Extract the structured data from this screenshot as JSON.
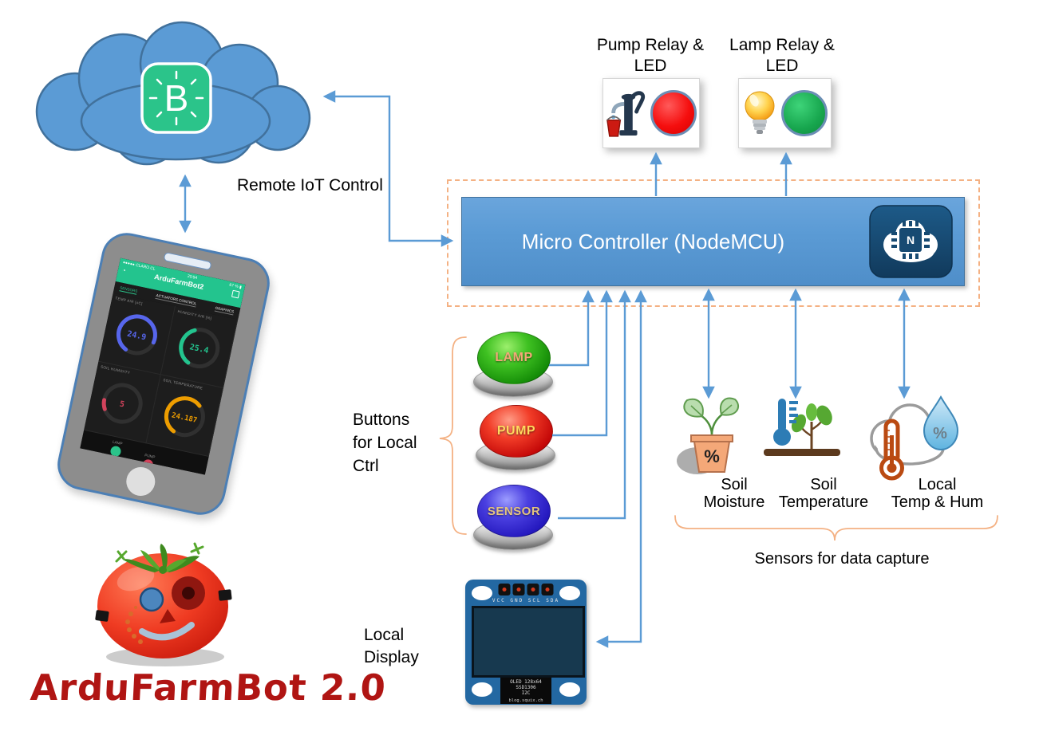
{
  "logo": {
    "title": "ArduFarmBot 2.0"
  },
  "cloud": {
    "logo_letter": "B"
  },
  "labels": {
    "remote_iot": "Remote IoT Control",
    "sensors_caption": "Sensors for data capture"
  },
  "mcu": {
    "label": "Micro Controller (NodeMCU)",
    "chip_letter": "N"
  },
  "relays": {
    "pump": {
      "title_lines": [
        "Pump Relay &",
        "LED"
      ],
      "led_color": "#f50e0e"
    },
    "lamp": {
      "title_lines": [
        "Lamp Relay &",
        "LED"
      ],
      "led_color": "#17a64e"
    }
  },
  "buttons": {
    "caption_lines": [
      "Buttons",
      "for Local",
      "Ctrl"
    ],
    "items": [
      {
        "label": "LAMP",
        "color": "#148c07"
      },
      {
        "label": "PUMP",
        "color": "#c40808"
      },
      {
        "label": "SENSOR",
        "color": "#2418be"
      }
    ]
  },
  "sensors": {
    "items": [
      {
        "label_lines": [
          "Soil",
          "Moisture"
        ],
        "icon": "plant-pot-percent-icon",
        "symbol": "%"
      },
      {
        "label_lines": [
          "Soil",
          "Temperature"
        ],
        "icon": "thermometer-plant-icon",
        "symbol": ""
      },
      {
        "label_lines": [
          "Local",
          "Temp & Hum"
        ],
        "icon": "cloud-thermometer-humidity-icon",
        "symbol": "%"
      }
    ]
  },
  "display": {
    "caption_lines": [
      "Local",
      "Display"
    ],
    "pin_labels": "VCC GND SCL SDA",
    "module_lines": [
      "OLED 128x64",
      "SSD1306",
      "I2C"
    ],
    "module_footer": "blog.squix.ch"
  },
  "phone": {
    "carrier": "●●●●● CLARO CL",
    "time": "20:54",
    "battery": "67 % ▮",
    "app_title": "ArduFarmBot2",
    "tabs": [
      "SENSORS",
      "ACTUATORS CONTROL",
      "GRAPHICS"
    ],
    "gauges": [
      {
        "label": "TEMP AIR [oC]",
        "value": "24.9",
        "color": "#5766ec"
      },
      {
        "label": "HUMIDITY AIR [%]",
        "value": "25.4",
        "color": "#23c48e"
      },
      {
        "label": "SOIL HUMIDITY",
        "value": "5",
        "color": "#d3435c"
      },
      {
        "label": "SOIL TEMPERATURE",
        "value": "24.187",
        "color": "#ed9d00"
      }
    ],
    "leds": [
      {
        "label": "LAMP",
        "color": "#2bc48a"
      },
      {
        "label": "PUMP",
        "color": "#d3435c"
      }
    ]
  },
  "colors": {
    "arrow": "#5b9bd5",
    "cloud_fill": "#5b9bd5",
    "cloud_stroke": "#41719c",
    "dashed_frame": "#f4b183",
    "brace": "#f4b183",
    "mcu_fill": "#5b9bd5",
    "blynk_green": "#2bc48a",
    "title_red": "#b01513",
    "nodemcu_navy": "#174a72"
  }
}
